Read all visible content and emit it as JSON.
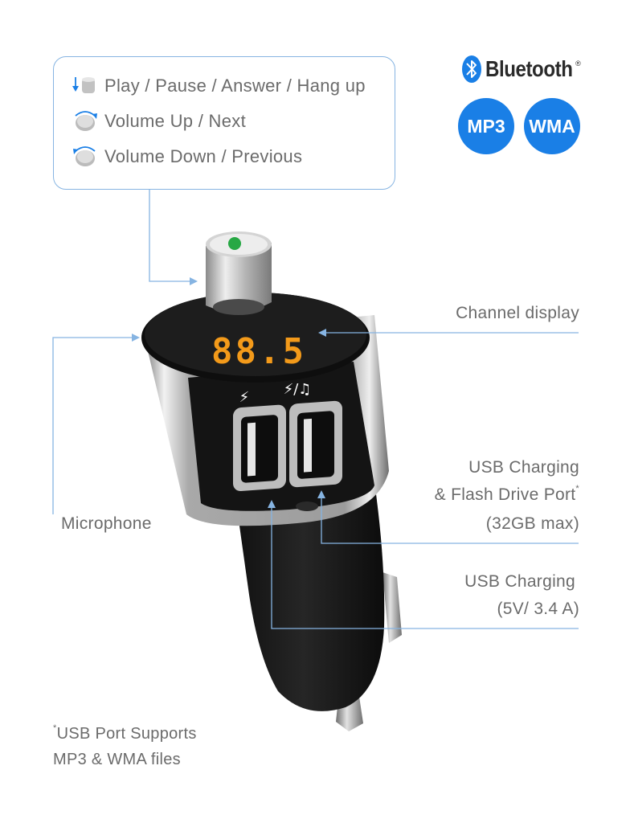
{
  "controls": {
    "items": [
      {
        "label": "Play / Pause / Answer / Hang up",
        "icon": "press-button-icon"
      },
      {
        "label": "Volume Up / Next",
        "icon": "rotate-clockwise-icon"
      },
      {
        "label": "Volume Down / Previous",
        "icon": "rotate-counterclockwise-icon"
      }
    ]
  },
  "branding": {
    "bluetooth": "Bluetooth",
    "bluetooth_mark": "®",
    "formats": [
      "MP3",
      "WMA"
    ]
  },
  "device": {
    "display": "88.5",
    "port_icons": [
      "⚡",
      "⚡/♫"
    ]
  },
  "callouts": {
    "channel_display": "Channel display",
    "flash_port": {
      "line1": "USB Charging",
      "line2": "& Flash Drive Port",
      "mark": "*",
      "line3": "(32GB max)"
    },
    "microphone": "Microphone",
    "usb_charging": {
      "line1": "USB Charging",
      "line2": "(5V/ 3.4 A)"
    }
  },
  "footnote": {
    "mark": "*",
    "line1": "USB Port Supports",
    "line2": "MP3 & WMA files"
  },
  "colors": {
    "accent": "#1a7fe6",
    "leader": "#86b4e2",
    "display_digits": "#f39a1a",
    "text": "#6b6b6b"
  }
}
